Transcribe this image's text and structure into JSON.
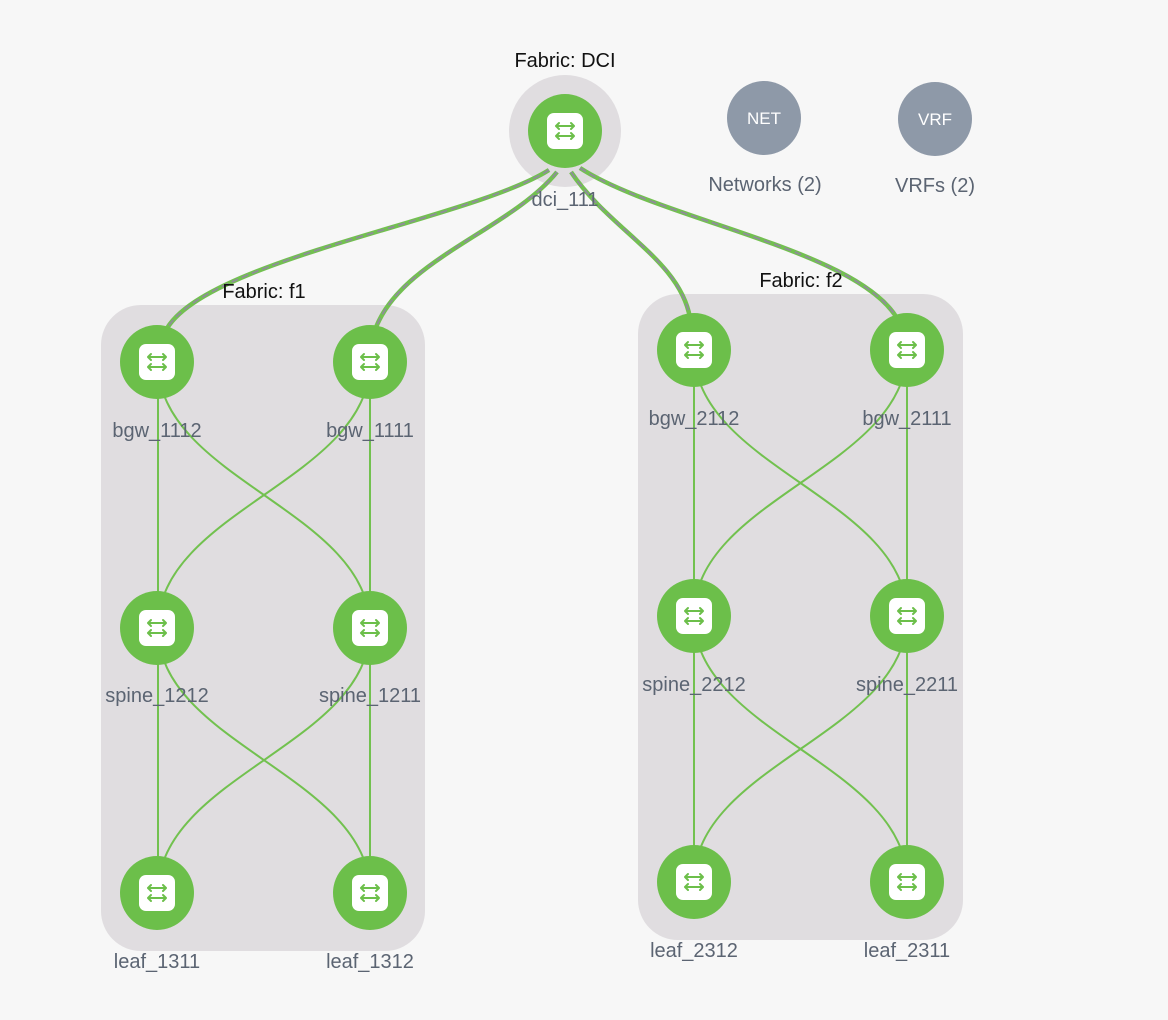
{
  "fabrics": {
    "dci": {
      "title": "Fabric: DCI"
    },
    "f1": {
      "title": "Fabric: f1"
    },
    "f2": {
      "title": "Fabric: f2"
    }
  },
  "nodes": {
    "dci_111": "dci_111",
    "bgw_1112": "bgw_1112",
    "bgw_1111": "bgw_1111",
    "spine_1212": "spine_1212",
    "spine_1211": "spine_1211",
    "leaf_1311": "leaf_1311",
    "leaf_1312": "leaf_1312",
    "bgw_2112": "bgw_2112",
    "bgw_2111": "bgw_2111",
    "spine_2212": "spine_2212",
    "spine_2211": "spine_2211",
    "leaf_2312": "leaf_2312",
    "leaf_2311": "leaf_2311"
  },
  "badges": {
    "networks": {
      "text": "NET",
      "label": "Networks (2)"
    },
    "vrfs": {
      "text": "VRF",
      "label": "VRFs (2)"
    }
  },
  "colors": {
    "node_green": "#6cbf4a",
    "link_green": "#72c14f",
    "fabric_bg": "#e0dde0",
    "badge_gray": "#8e99a8",
    "label_gray": "#5b6472"
  }
}
